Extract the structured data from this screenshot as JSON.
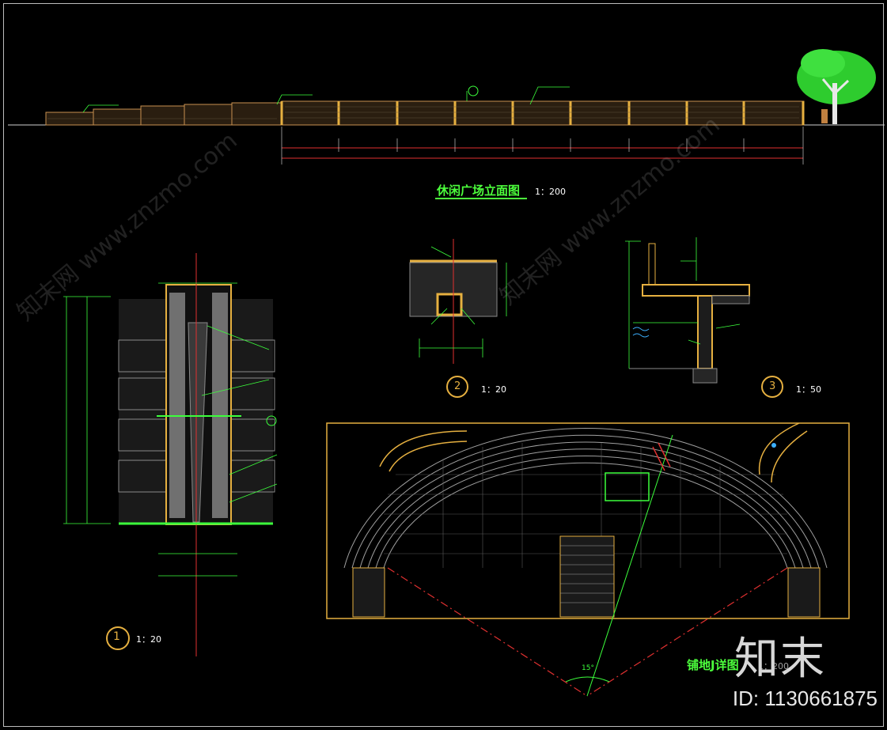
{
  "elevation": {
    "title": "休闲广场立面图",
    "scale": "1：200"
  },
  "detail1": {
    "number": "1",
    "scale": "1：20"
  },
  "detail2": {
    "number": "2",
    "scale": "1：20"
  },
  "detail3": {
    "number": "3",
    "scale": "1：50"
  },
  "paving": {
    "title": "铺地J详图",
    "scale": "1：200",
    "angle": "15°"
  },
  "watermark": {
    "logo": "知末",
    "id": "ID: 1130661875",
    "site": "知末网 www.znzmo.com"
  },
  "colors": {
    "background": "#000000",
    "line_green": "#3CFF3C",
    "line_orange": "#E8A040",
    "line_red": "#FF3030",
    "text_green": "#7CFC4C"
  }
}
